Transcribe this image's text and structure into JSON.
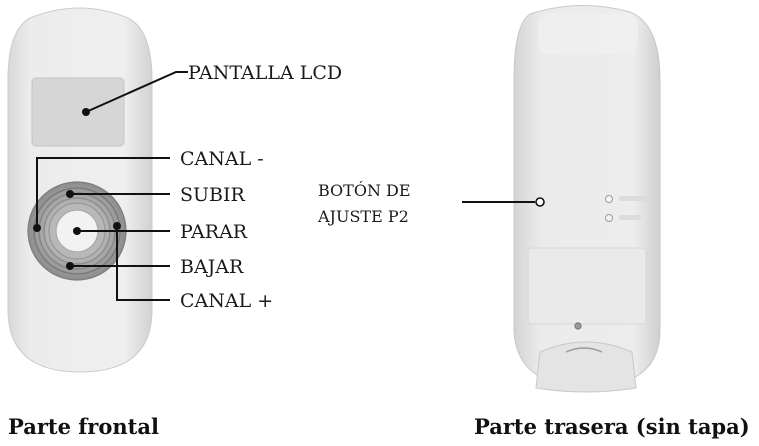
{
  "front": {
    "labels": {
      "lcd": "PANTALLA LCD",
      "channel_minus": "CANAL -",
      "up": "SUBIR",
      "stop": "PARAR",
      "down": "BAJAR",
      "channel_plus": "CANAL +"
    },
    "caption": "Parte frontal"
  },
  "back": {
    "button_label_line1": "BOTÓN DE",
    "button_label_line2": "AJUSTE P2",
    "caption": "Parte trasera (sin tapa)"
  },
  "colors": {
    "remote_body": "#e6e6e6",
    "remote_edge": "#cfcfcf",
    "lcd_window": "#d9d9d9",
    "ring_dark": "#7a7a7a",
    "ring_light": "#a8a8a8",
    "leader_line": "#111111"
  }
}
